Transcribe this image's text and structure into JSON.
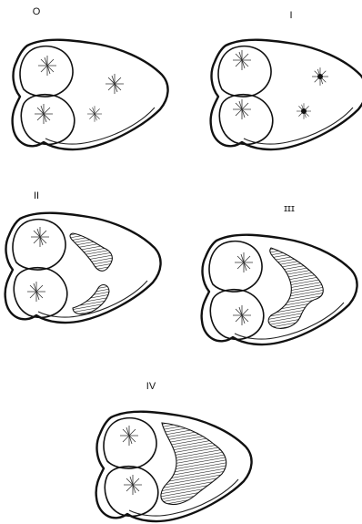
{
  "figure": {
    "panels": [
      {
        "label": "O",
        "stage": "0"
      },
      {
        "label": "I",
        "stage": "1"
      },
      {
        "label": "II",
        "stage": "2"
      },
      {
        "label": "ɪɪɪ",
        "stage": "3"
      },
      {
        "label": "IV",
        "stage": "4"
      }
    ]
  }
}
